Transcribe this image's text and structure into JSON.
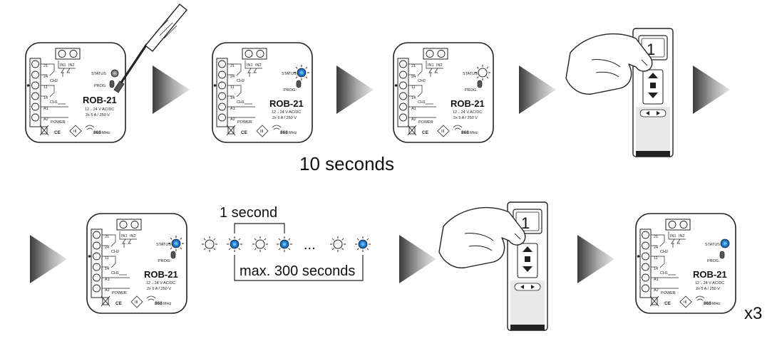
{
  "device": {
    "model": "ROB-21",
    "status_label": "STATUS",
    "prog_label": "PROG.",
    "spec_voltage": "12→24 V AC/DC",
    "spec_load": "2x 5 A / 250 V",
    "freq": "868",
    "freq_unit": "MHz",
    "power_label": "POWER",
    "ch1": "CH1",
    "ch2": "CH2",
    "in1": "IN1",
    "in2": "IN2",
    "pin21": "21",
    "pin24": "24",
    "pin11": "11",
    "pin14": "14",
    "a1": "A1",
    "a2": "A2",
    "ce": "CE",
    "class": "III"
  },
  "remote_display": "1",
  "labels": {
    "ten_seconds": "10 seconds",
    "one_second": "1 second",
    "max_seconds": "max. 300 seconds",
    "ellipsis": "...",
    "times": "x3"
  },
  "colors": {
    "led_blue": "#1e7fd6",
    "arrow_dark": "#1c1c1c",
    "arrow_light": "#d8d8d8"
  }
}
